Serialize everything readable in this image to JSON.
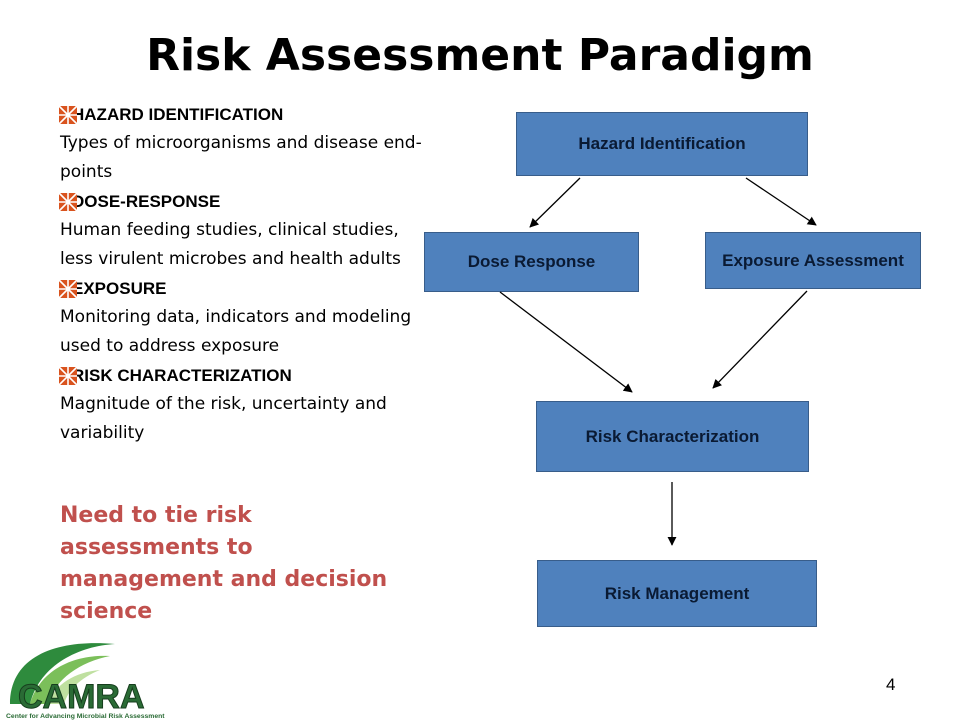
{
  "title": "Risk Assessment Paradigm",
  "bullets": [
    {
      "heading": "HAZARD IDENTIFICATION",
      "body": "Types of microorganisms and disease end-points"
    },
    {
      "heading": "DOSE-RESPONSE",
      "body": "Human feeding studies, clinical studies, less virulent microbes and health adults"
    },
    {
      "heading": "EXPOSURE",
      "body": "Monitoring data, indicators and modeling used to address exposure"
    },
    {
      "heading": "RISK CHARACTERIZATION",
      "body": "Magnitude of the risk, uncertainty and variability"
    }
  ],
  "note": "Need to tie risk assessments to management and decision science",
  "diagram": {
    "hazard": "Hazard Identification",
    "dose": "Dose Response",
    "exposure": "Exposure Assessment",
    "risk_char": "Risk Characterization",
    "risk_mgmt": "Risk Management"
  },
  "colors": {
    "box_fill": "#4f81bd",
    "note_text": "#c0504d",
    "logo_green": "#2e8b3d",
    "bullet_icon": "#d9531e"
  },
  "logo": {
    "wordmark": "CAMRA",
    "tagline": "Center for Advancing Microbial Risk Assessment"
  },
  "page_number": "4"
}
